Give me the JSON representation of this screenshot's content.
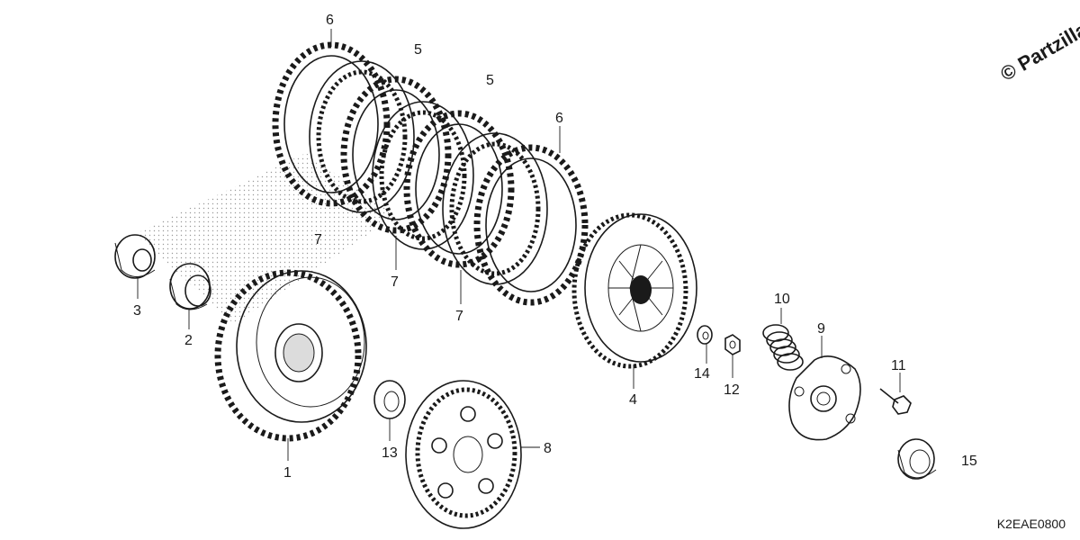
{
  "watermark": "© Partzilla",
  "diagram_code": "K2EAE0800",
  "callouts": {
    "p1": "1",
    "p2": "2",
    "p3": "3",
    "p4": "4",
    "p5a": "5",
    "p5b": "5",
    "p6a": "6",
    "p6b": "6",
    "p7a": "7",
    "p7b": "7",
    "p7c": "7",
    "p8": "8",
    "p9": "9",
    "p10": "10",
    "p11": "11",
    "p12": "12",
    "p13": "13",
    "p14": "14",
    "p15": "15"
  }
}
